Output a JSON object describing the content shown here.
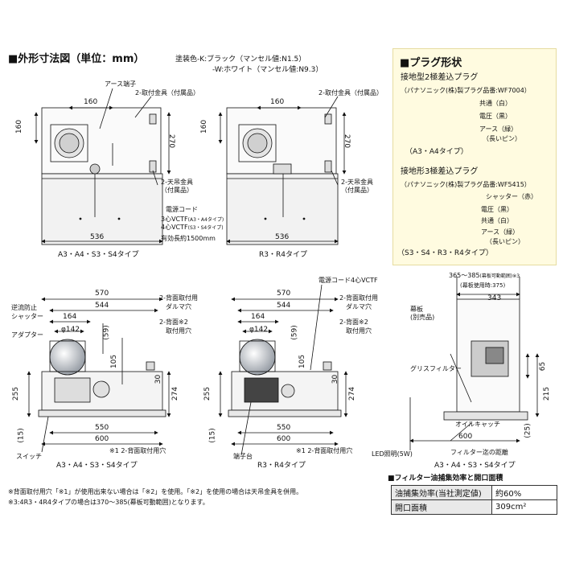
{
  "title": "■外形寸法図（単位：mm）",
  "color_note": {
    "line1": "塗装色-K:ブラック（マンセル値:N1.5）",
    "line2": "-W:ホワイト（マンセル値:N9.3）"
  },
  "plug": {
    "title": "■プラグ形状",
    "p2_title": "接地型2極差込プラグ",
    "p2_maker": "（パナソニック(株)製プラグ品番:WF7004）",
    "p2_common": "共通（白）",
    "p2_voltage": "電圧（黒）",
    "p2_earth": "アース（緑）",
    "p2_pin": "（長いピン）",
    "p2_type": "（A3・A4タイプ）",
    "p3_title": "接地形3極差込プラグ",
    "p3_maker": "（パナソニック(株)製プラグ品番:WF5415）",
    "p3_shutter": "シャッター（赤）",
    "p3_voltage": "電圧（黒）",
    "p3_common": "共通（白）",
    "p3_earth": "アース（緑）",
    "p3_pin": "（長いピン）",
    "p3_type": "（S3・S4・R3・R4タイプ）"
  },
  "top_left": {
    "earth_terminal": "アース端子",
    "mount_bracket": "2-取付金具（付属品）",
    "dim_160h": "160",
    "dim_160v": "160",
    "dim_270": "270",
    "hanger": "2-天吊金具",
    "hanger2": "（付属品）",
    "cord": "電源コード",
    "cord_a": "3心VCTF",
    "cord_a_note": "(A3・A4タイプ)",
    "cord_b": "4心VCTF",
    "cord_b_note": "(S3・S4タイプ)",
    "length": "有効長約1500mm",
    "dim_536": "536",
    "type": "A3・A4・S3・S4タイプ"
  },
  "top_right": {
    "mount_bracket": "2-取付金具（付属品）",
    "dim_160h": "160",
    "dim_160v": "160",
    "dim_270": "270",
    "hanger": "2-天吊金具",
    "hanger2": "（付属品）",
    "dim_536": "536",
    "type": "R3・R4タイプ"
  },
  "bottom_left": {
    "dim_570": "570",
    "dim_544": "544",
    "dim_164": "164",
    "dim_142": "φ142",
    "dim_59": "(59)",
    "dim_105": "105",
    "dim_30": "30",
    "dim_255": "255",
    "dim_274": "274",
    "dim_15": "(15)",
    "dim_550": "550",
    "dim_600": "600",
    "shutter": "逆流防止",
    "shutter2": "シャッター",
    "adapter": "アダプター",
    "rear_mount": "2-背面取付用",
    "daruma": "ダルマ穴",
    "rear": "2-背面",
    "rear_mark": "※2",
    "rear_hole": "取付用穴",
    "switch": "スイッチ",
    "rear_hole1": "※1 2-背面取付用穴",
    "type": "A3・A4・S3・S4タイプ"
  },
  "bottom_mid": {
    "cord": "電源コード4心VCTF",
    "dim_570": "570",
    "dim_544": "544",
    "dim_164": "164",
    "dim_142": "φ142",
    "dim_59": "(59)",
    "dim_105": "105",
    "dim_30": "30",
    "dim_255": "255",
    "dim_274": "274",
    "dim_15": "(15)",
    "dim_550": "550",
    "dim_600": "600",
    "rear_mount": "2-背面取付用",
    "daruma": "ダルマ穴",
    "rear": "2-背面",
    "rear_mark": "※2",
    "rear_hole": "取付用穴",
    "terminal": "端子台",
    "rear_hole1": "※1 2-背面取付用穴",
    "type": "R3・R4タイプ"
  },
  "side": {
    "range": "365～385",
    "range_note": "(幕板可動範囲)※3",
    "range2": "(幕板使用時:375)",
    "dim_343": "343",
    "maku": "幕板",
    "maku2": "(別売品)",
    "grease": "グリスフィルター",
    "dim_65": "65",
    "dim_215": "215",
    "oil": "オイルキャッチ",
    "dim_25": "(25)",
    "dim_600": "600",
    "filter_dist": "フィルター迄の距離",
    "led": "LED照明(5W)",
    "type": "A3・A4・S3・S4タイプ"
  },
  "notes": {
    "line1": "※背面取付用穴「※1」が使用出来ない場合は「※2」を使用。「※2」を使用の場合は天吊金具を併用。",
    "line2": "※3:4R3・4R4タイプの場合は370～385(幕板可動範囲)となります。"
  },
  "spec": {
    "title": "■フィルター油捕集効率と開口面積",
    "row1_label": "油捕集効率(当社測定値)",
    "row1_value": "約60%",
    "row2_label": "開口面積",
    "row2_value": "309cm²"
  }
}
